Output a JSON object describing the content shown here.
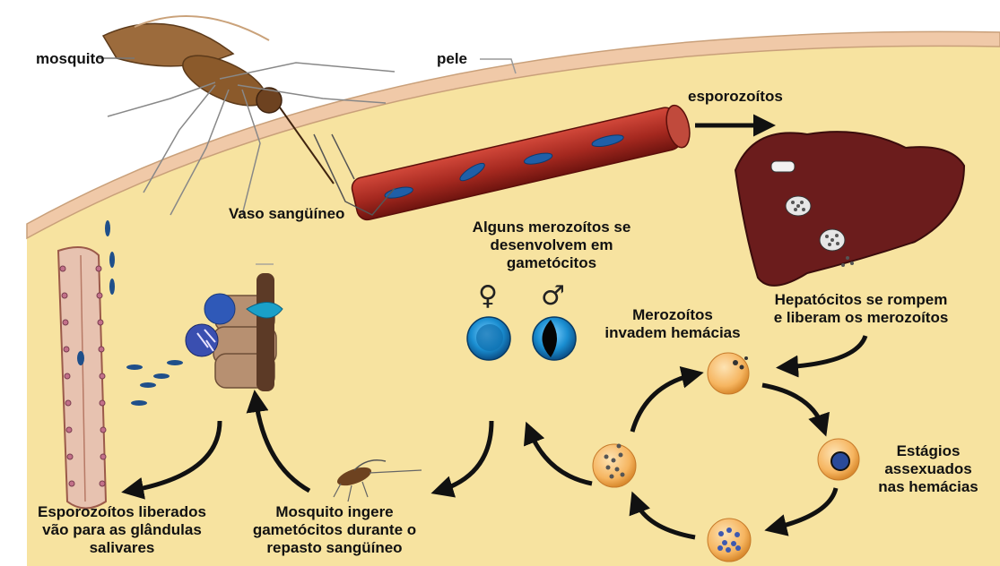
{
  "labels": {
    "mosquito": "mosquito",
    "skin": "pele",
    "sporozoites": "esporozoítos",
    "blood_vessel": "Vaso sangüíneo",
    "gametocytes": "Alguns merozoítos se\ndesenvolvem em\ngametócitos",
    "hepatocytes": "Hepatócitos se rompem\ne liberam os merozoítos",
    "merozoites_invade": "Merozoítos\ninvadem hemácias",
    "asexual_stages": "Estágios\nassexuados\nnas hemácias",
    "sporozoites_released": "Esporozoítos liberados\nvão para as glândulas\nsalivares",
    "mosquito_ingests": "Mosquito ingere\ngametócitos durante o\nrepasto sangüíneo"
  },
  "symbols": {
    "female": "♀",
    "male": "♂"
  },
  "colors": {
    "skin_fill": "#f7e3a0",
    "skin_band": "#f0c9a8",
    "vessel": "#a4281f",
    "parasite": "#1f6fb5",
    "liver": "#6b1c1c",
    "red_cell": "#f6b560",
    "arrow": "#111111"
  }
}
